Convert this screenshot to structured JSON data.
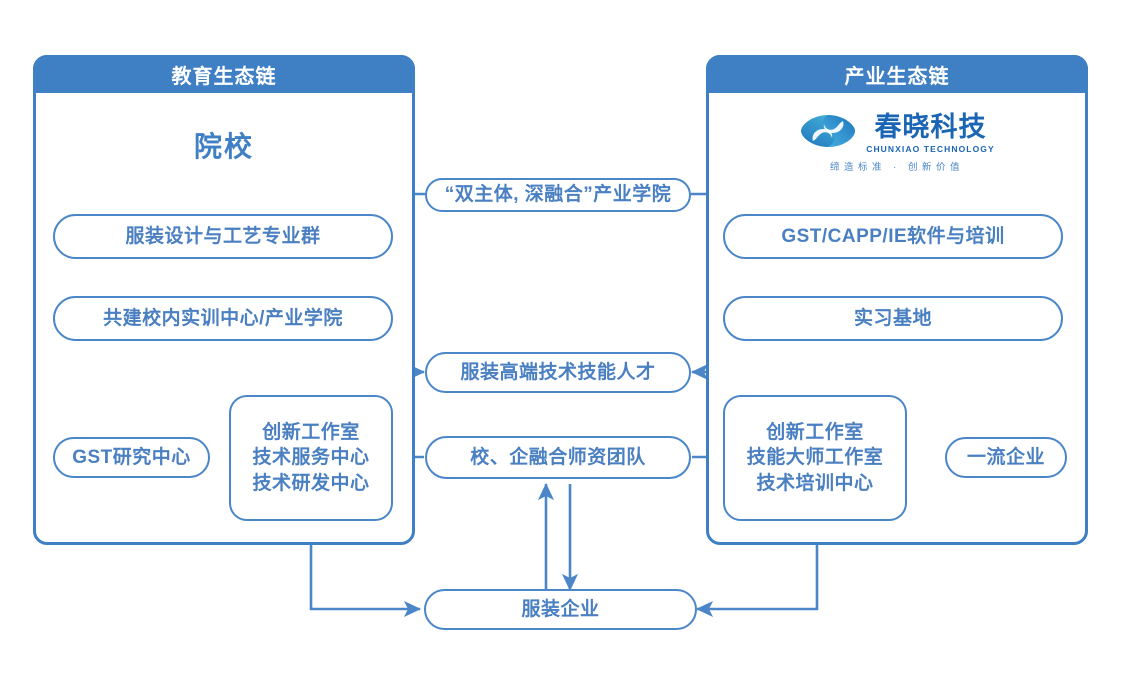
{
  "panels": {
    "left": {
      "title": "教育生态链",
      "heading": "院校"
    },
    "right": {
      "title": "产业生态链"
    }
  },
  "logo": {
    "name_cn": "春晓科技",
    "name_en": "CHUNXIAO TECHNOLOGY",
    "tagline": "缔造标准 · 创新价值",
    "mark": "chunxiao-eye-logo"
  },
  "nodes": {
    "industry_college": "“双主体, 深融合”产业学院",
    "left_major_group": "服装设计与工艺专业群",
    "left_training_center": "共建校内实训中心/产业学院",
    "right_software": "GST/CAPP/IE软件与培训",
    "right_internship": "实习基地",
    "talent": "服装高端技术技能人才",
    "gst_research": "GST研究中心",
    "left_centers": [
      "创新工作室",
      "技术服务中心",
      "技术研发中心"
    ],
    "faculty_team": "校、企融合师资团队",
    "right_centers": [
      "创新工作室",
      "技能大师工作室",
      "技术培训中心"
    ],
    "top_enterprise": "一流企业",
    "apparel_enterprise": "服装企业"
  },
  "colors": {
    "header_fill": "#3f7fc4",
    "node_border": "#4a86c8",
    "node_text": "#4a7fc1",
    "wire": "#4a86c8",
    "heading": "#3f7fc4",
    "logo_blue": "#1b65b5",
    "background": "#ffffff"
  }
}
